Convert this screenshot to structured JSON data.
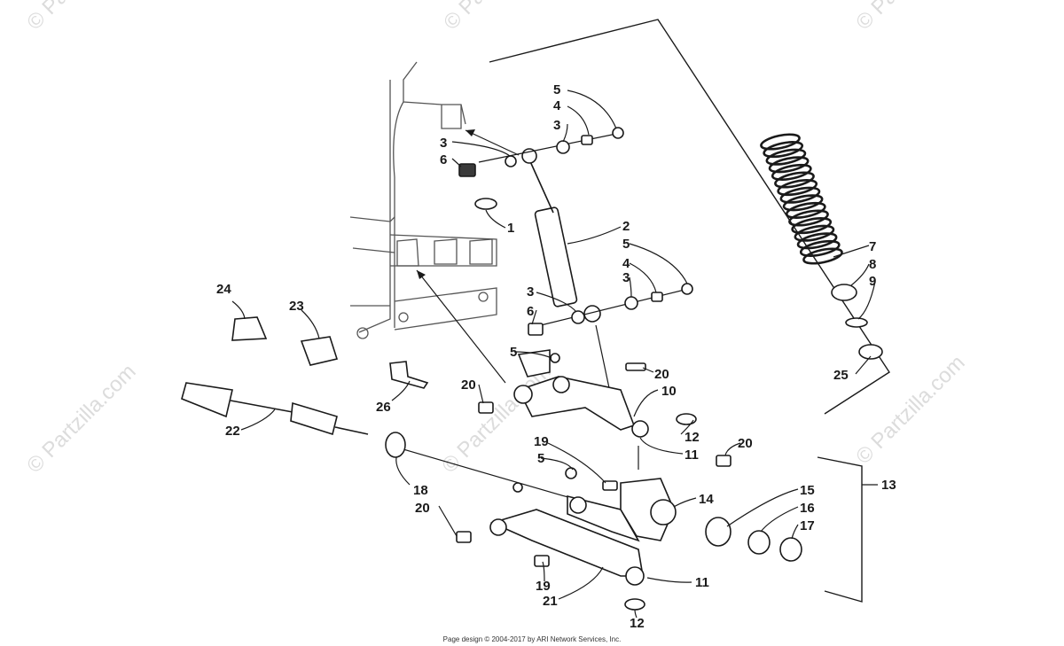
{
  "watermark": {
    "text": "© Partzilla.com",
    "corner_text": "© Pa"
  },
  "callouts": [
    "1",
    "2",
    "3",
    "3",
    "3",
    "3",
    "4",
    "4",
    "5",
    "5",
    "5",
    "5",
    "6",
    "6",
    "7",
    "8",
    "9",
    "10",
    "11",
    "11",
    "12",
    "12",
    "13",
    "14",
    "15",
    "16",
    "17",
    "18",
    "19",
    "19",
    "20",
    "20",
    "20",
    "20",
    "21",
    "22",
    "23",
    "24",
    "25",
    "26"
  ],
  "footer": {
    "text": "Page design © 2004-2017 by ARI Network Services, Inc."
  }
}
